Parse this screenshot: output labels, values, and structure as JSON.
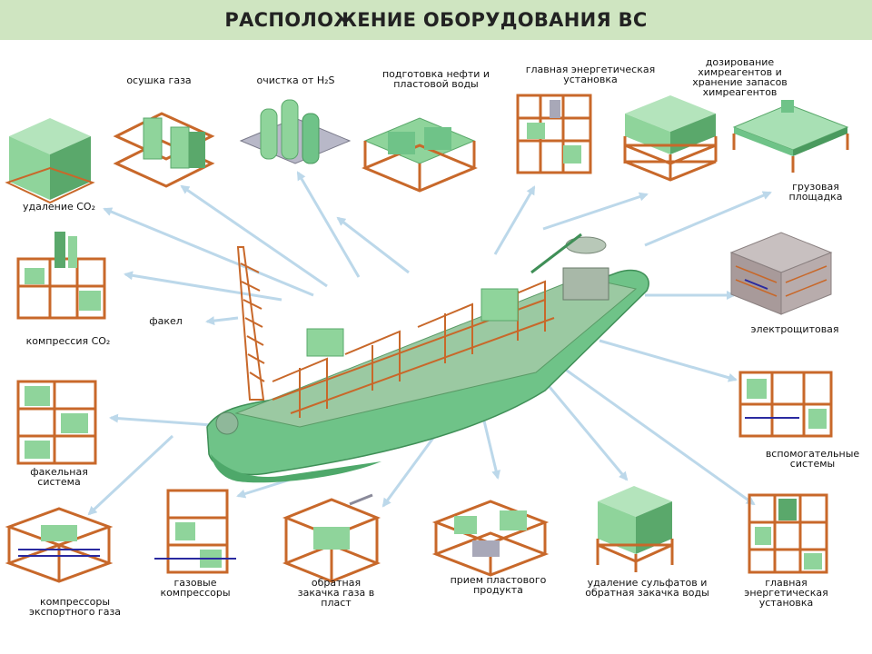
{
  "title": "РАСПОЛОЖЕНИЕ ОБОРУДОВАНИЯ ВС",
  "labels": {
    "gas_drying": "осушка газа",
    "h2s_cleaning": "очистка от H₂S",
    "oil_water_prep": "подготовка нефти и пластовой воды",
    "main_power_top": "главная энергетическая установка",
    "chemical_dosing": "дозирование химреагентов и хранение запасов химреагентов",
    "cargo_deck": "грузовая площадка",
    "co2_removal": "удаление CO₂",
    "co2_compression": "компрессия CO₂",
    "flare": "факел",
    "electrical_room": "электрощитовая",
    "flare_system": "факельная система",
    "auxiliary_systems": "вспомогательные системы",
    "export_gas_compressors": "компрессоры экспортного газа",
    "gas_compressors": "газовые компрессоры",
    "gas_reinjection": "обратная закачка газа в пласт",
    "produced_fluid_reception": "прием пластового продукта",
    "sulfate_removal_water_injection": "удаление сульфатов и обратная закачка воды",
    "main_power_bottom": "главная энергетическая установка"
  },
  "colors": {
    "module_green": "#8fd49b",
    "module_dark": "#5aa86b",
    "frame_orange": "#c8682a",
    "arrow_blue": "#bcd8ea",
    "hull_green": "#6fc388",
    "title_bg": "#cfe5c1"
  }
}
